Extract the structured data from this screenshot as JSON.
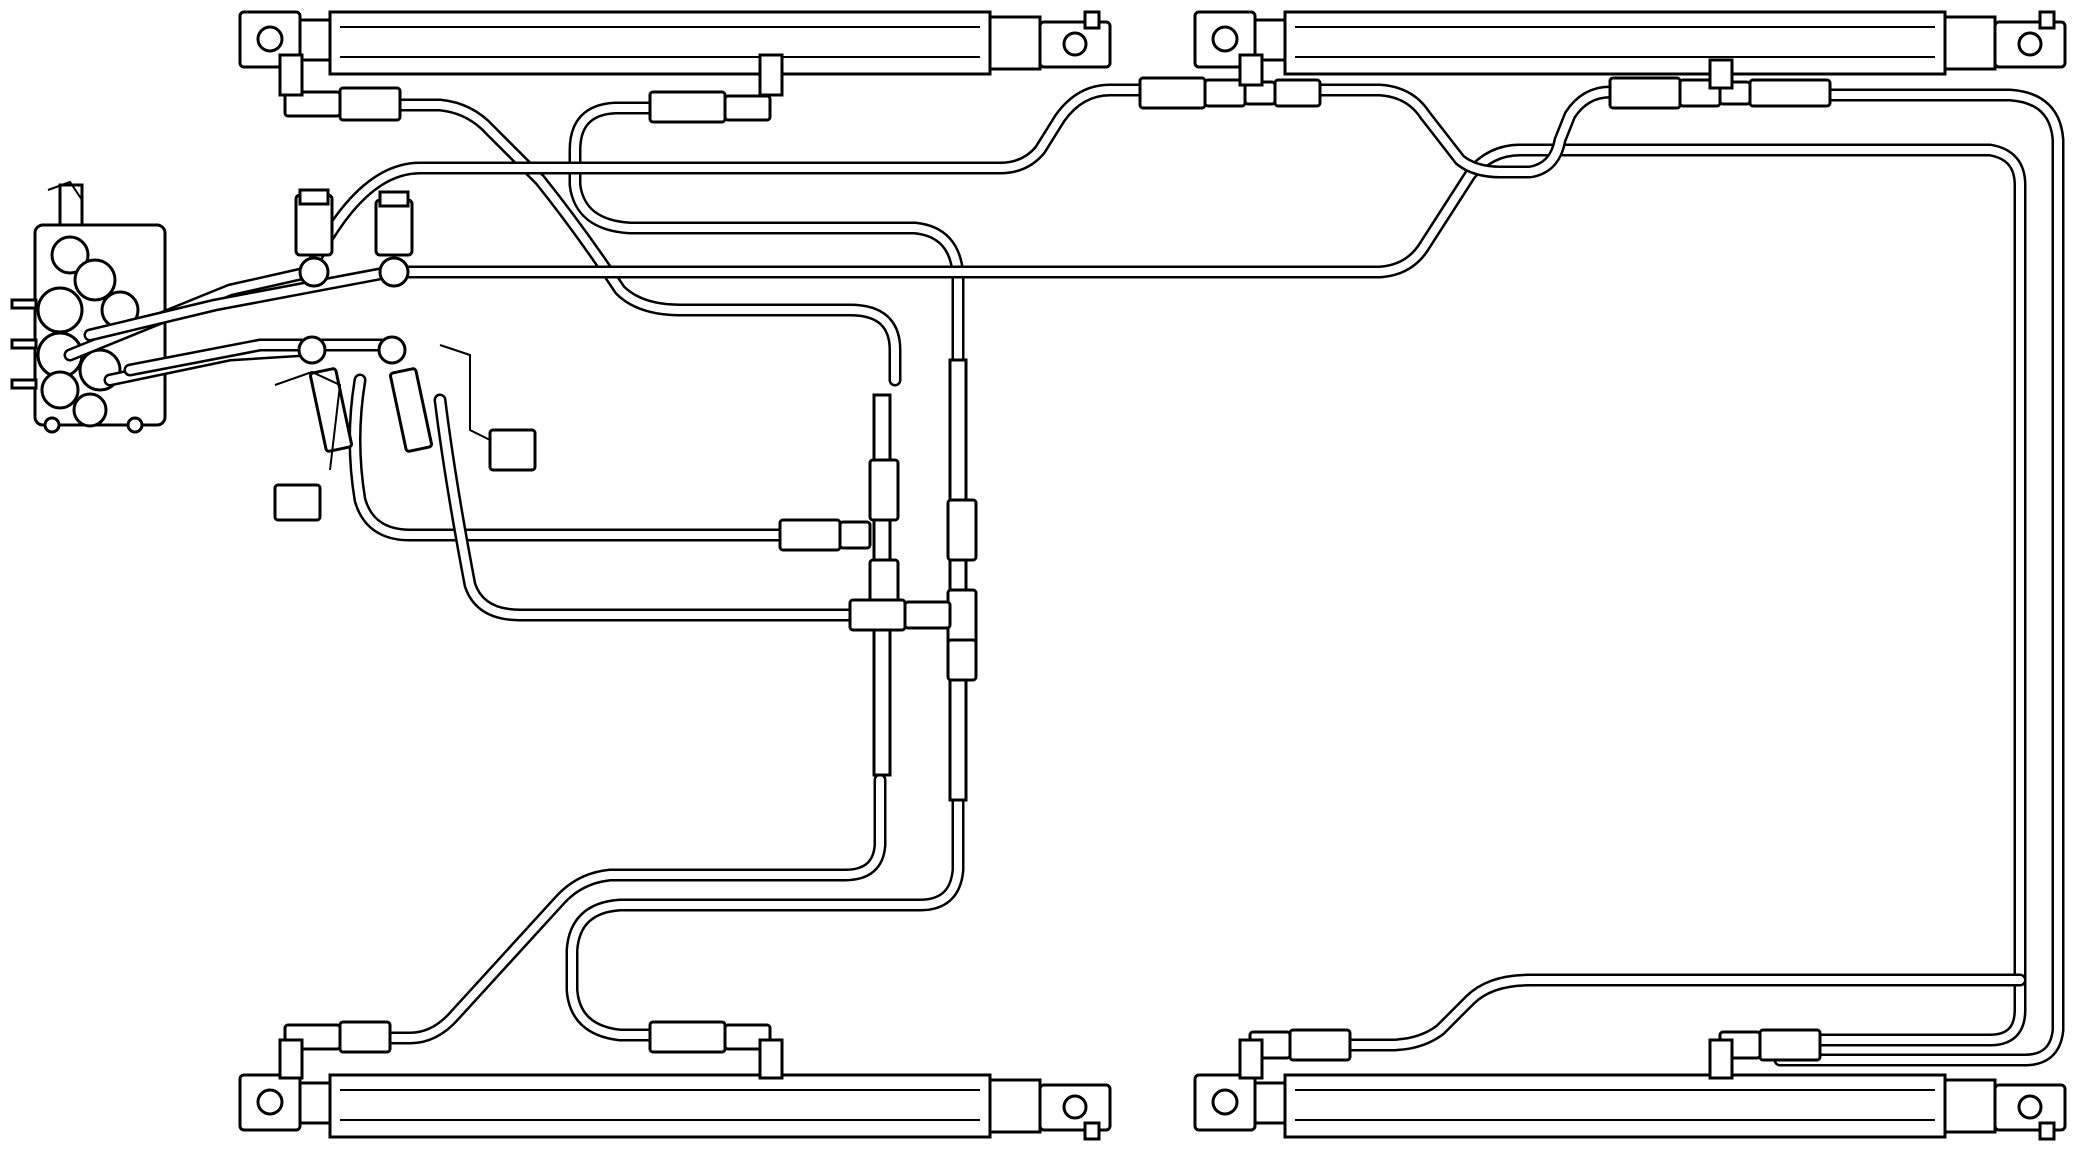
{
  "diagram": {
    "caption": "",
    "cylinders": [
      {
        "id": "cylinder-top-left"
      },
      {
        "id": "cylinder-top-right"
      },
      {
        "id": "cylinder-bottom-left"
      },
      {
        "id": "cylinder-bottom-right"
      }
    ],
    "valve": {
      "id": "control-valve"
    },
    "hoses": 8,
    "colors": {
      "line": "#000000",
      "background": "#ffffff"
    }
  }
}
